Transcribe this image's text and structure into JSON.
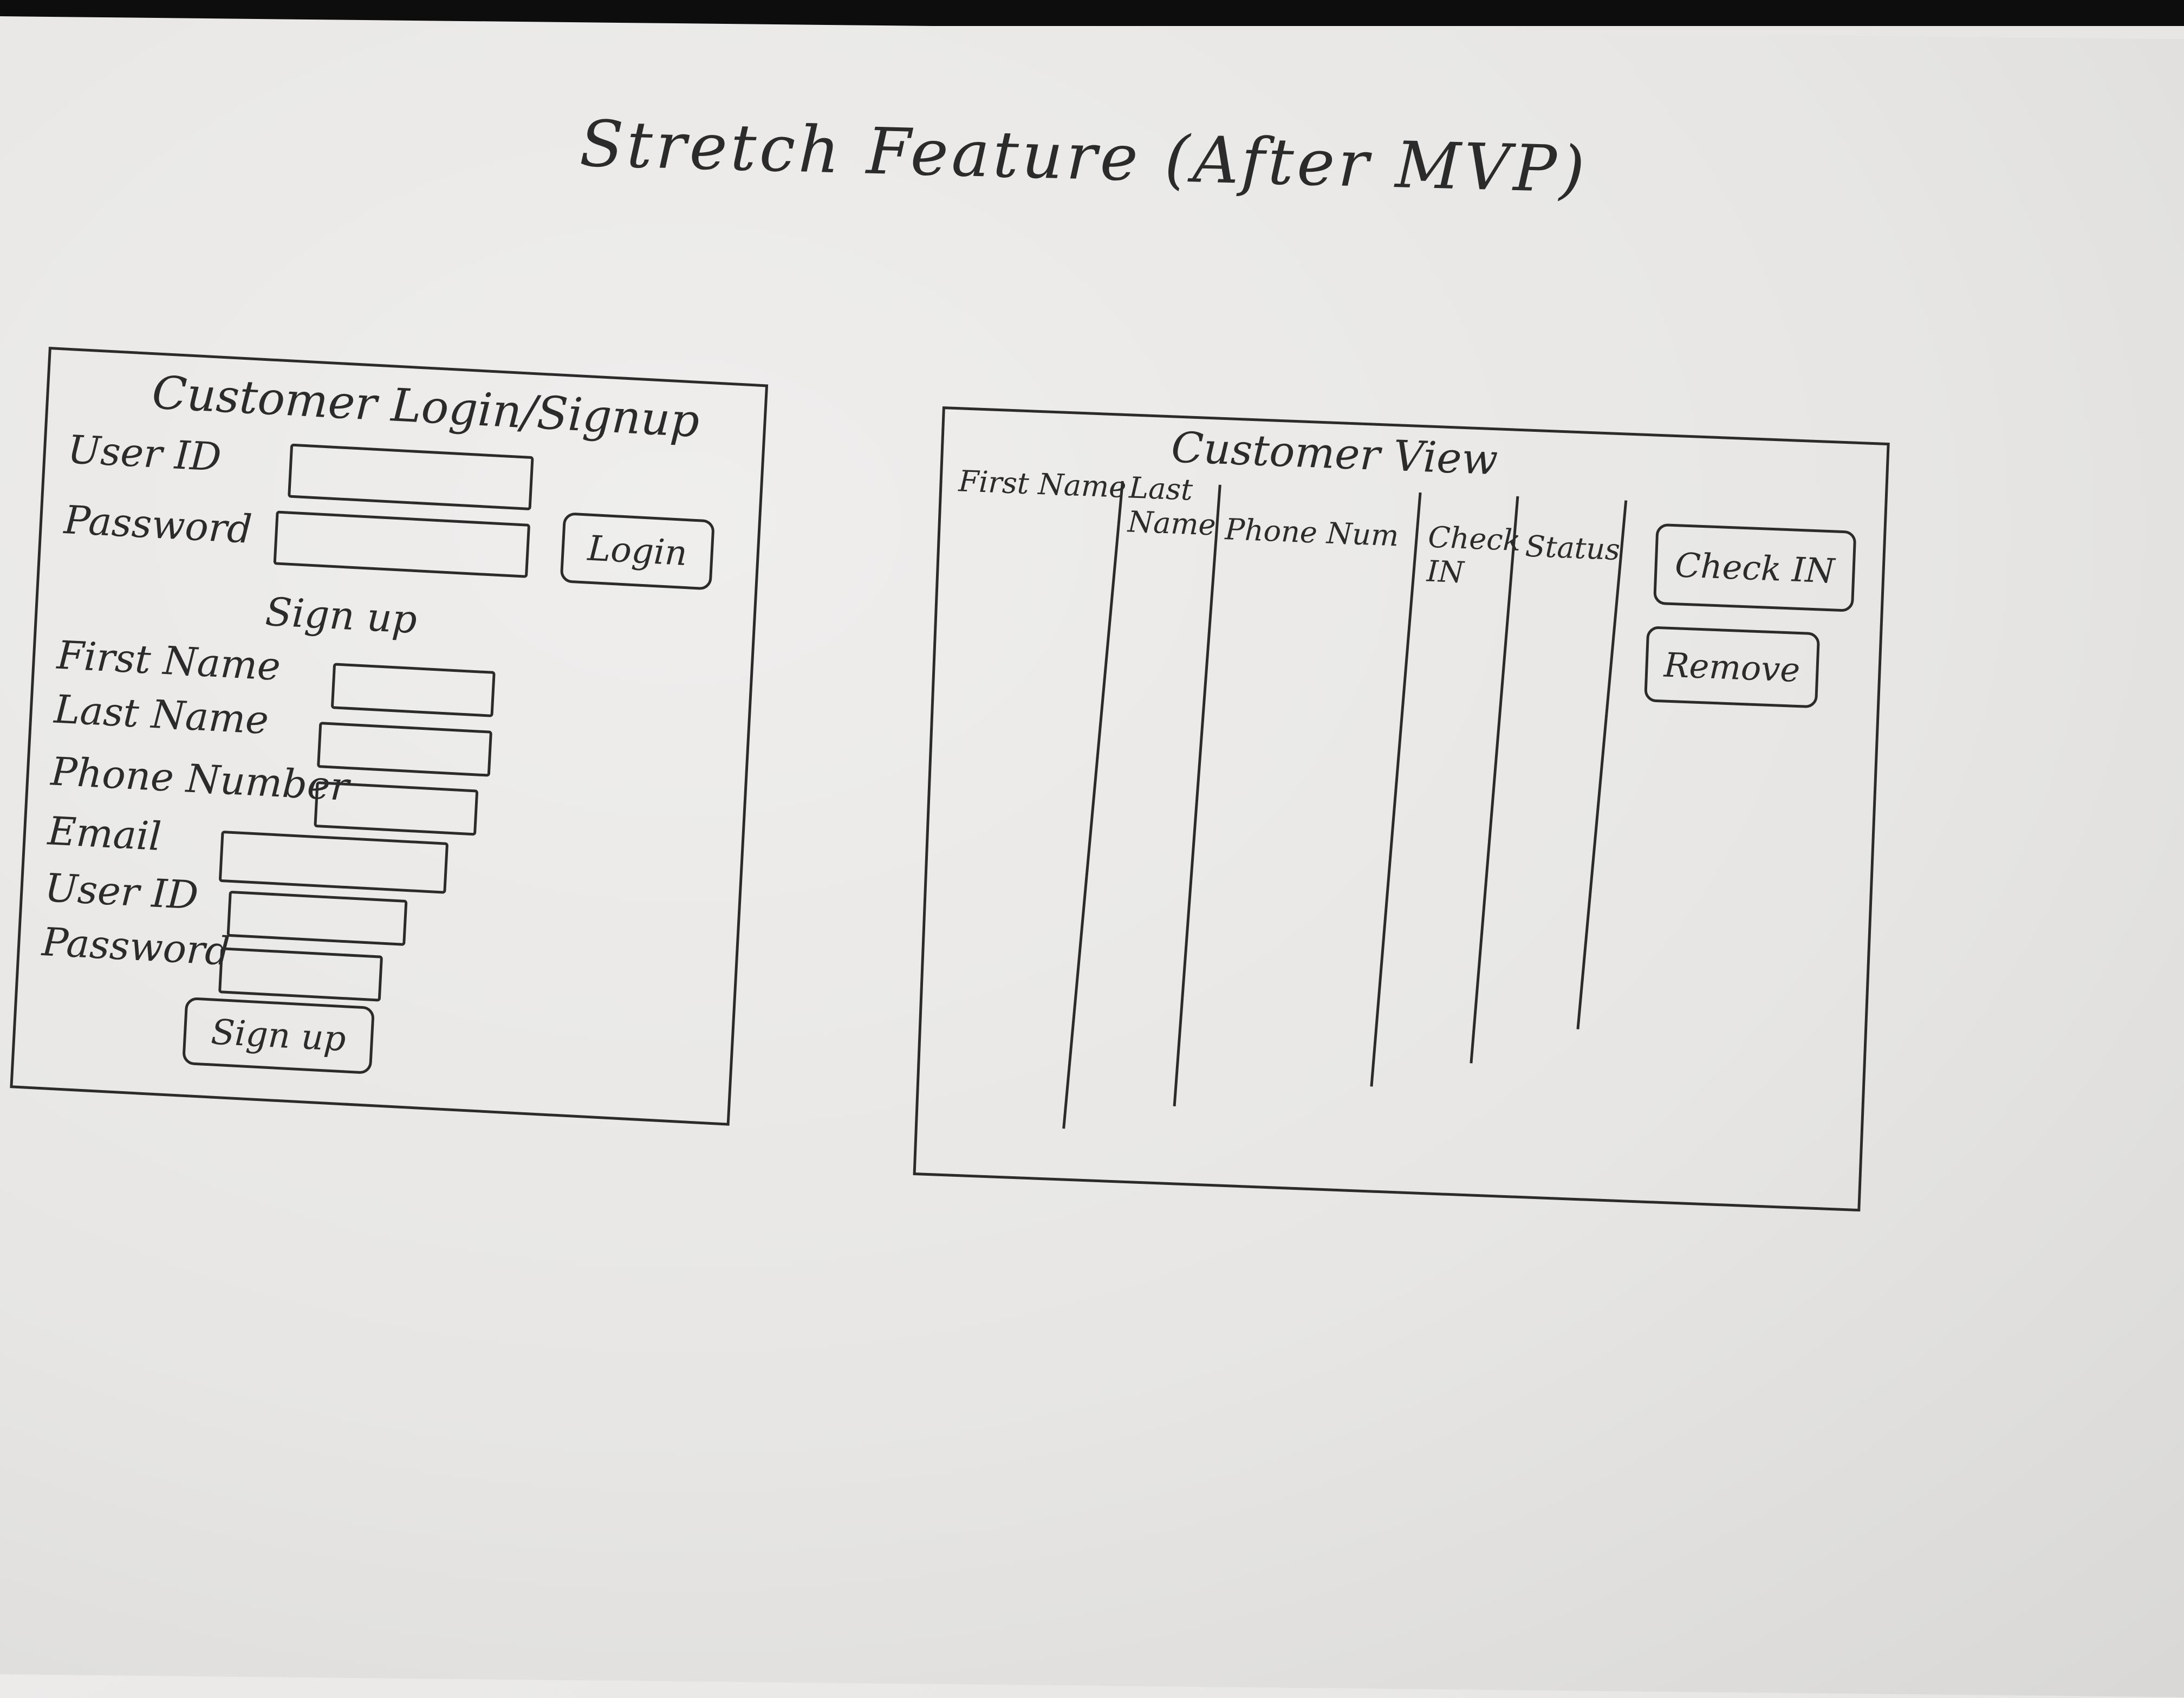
{
  "title": "Stretch Feature (After MVP)",
  "login_panel": {
    "heading": "Customer Login/Signup",
    "user_id_label": "User ID",
    "password_label": "Password",
    "login_button": "Login",
    "signup_heading": "Sign up",
    "first_name_label": "First Name",
    "last_name_label": "Last Name",
    "phone_label": "Phone Number",
    "email_label": "Email",
    "signup_user_id_label": "User ID",
    "signup_password_label": "Password",
    "signup_button": "Sign up"
  },
  "customer_view": {
    "heading": "Customer View",
    "columns": [
      "First Name",
      "Last Name",
      "Phone Num",
      "Check IN",
      "Status"
    ],
    "check_in_button": "Check IN",
    "remove_button": "Remove"
  }
}
